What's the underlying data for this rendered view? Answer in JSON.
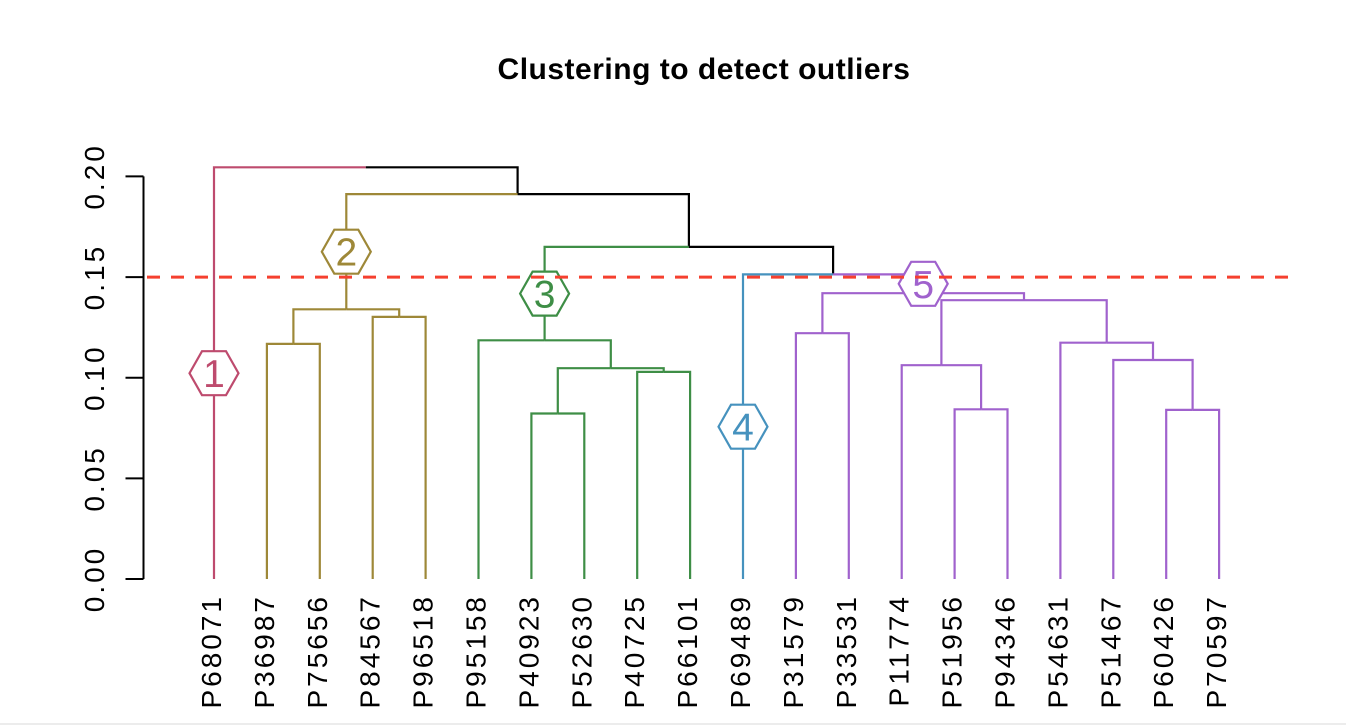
{
  "chart_data": {
    "type": "dendrogram",
    "title": "Clustering to detect outliers",
    "ylim": [
      0,
      0.2
    ],
    "yticks": [
      "0.00",
      "0.05",
      "0.10",
      "0.15",
      "0.20"
    ],
    "ytick_values": [
      0,
      0.05,
      0.1,
      0.15,
      0.2
    ],
    "grid": "off",
    "cut_line": {
      "height": 0.15,
      "color": "#F5402F",
      "style": "dashed"
    },
    "link_color_default": "#000000",
    "leaf_order": [
      "P68071",
      "P36987",
      "P75656",
      "P84567",
      "P96518",
      "P95158",
      "P40923",
      "P52630",
      "P40725",
      "P66101",
      "P69489",
      "P31579",
      "P33531",
      "P11774",
      "P51956",
      "P94346",
      "P54631",
      "P51467",
      "P60426",
      "P70597"
    ],
    "clusters": {
      "1": {
        "label": "1",
        "color": "#BE4B6E",
        "members": [
          "P68071"
        ]
      },
      "2": {
        "label": "2",
        "color": "#9E8838",
        "members": [
          "P36987",
          "P75656",
          "P84567",
          "P96518"
        ]
      },
      "3": {
        "label": "3",
        "color": "#3E8E46",
        "members": [
          "P95158",
          "P40923",
          "P52630",
          "P40725",
          "P66101"
        ]
      },
      "4": {
        "label": "4",
        "color": "#4692BE",
        "members": [
          "P69489"
        ]
      },
      "5": {
        "label": "5",
        "color": "#A062CD",
        "members": [
          "P31579",
          "P33531",
          "P11774",
          "P51956",
          "P94346",
          "P54631",
          "P51467",
          "P60426",
          "P70597"
        ]
      }
    },
    "tree": {
      "h": 0.2045,
      "children": [
        {
          "leaf": "P68071",
          "cluster": "1"
        },
        {
          "h": 0.1912,
          "children": [
            {
              "h": 0.134,
              "cluster": "2",
              "children": [
                {
                  "h": 0.1168,
                  "children": [
                    {
                      "leaf": "P36987"
                    },
                    {
                      "leaf": "P75656"
                    }
                  ]
                },
                {
                  "h": 0.1302,
                  "children": [
                    {
                      "leaf": "P84567"
                    },
                    {
                      "leaf": "P96518"
                    }
                  ]
                }
              ]
            },
            {
              "h": 0.165,
              "children": [
                {
                  "h": 0.1186,
                  "cluster": "3",
                  "children": [
                    {
                      "leaf": "P95158"
                    },
                    {
                      "h": 0.1047,
                      "children": [
                        {
                          "h": 0.0822,
                          "children": [
                            {
                              "leaf": "P40923"
                            },
                            {
                              "leaf": "P52630"
                            }
                          ]
                        },
                        {
                          "h": 0.1029,
                          "children": [
                            {
                              "leaf": "P40725"
                            },
                            {
                              "leaf": "P66101"
                            }
                          ]
                        }
                      ]
                    }
                  ]
                },
                {
                  "h": 0.1513,
                  "children": [
                    {
                      "leaf": "P69489",
                      "cluster": "4"
                    },
                    {
                      "h": 0.142,
                      "cluster": "5",
                      "children": [
                        {
                          "h": 0.1221,
                          "children": [
                            {
                              "leaf": "P31579"
                            },
                            {
                              "leaf": "P33531"
                            }
                          ]
                        },
                        {
                          "h": 0.1385,
                          "children": [
                            {
                              "h": 0.1062,
                              "children": [
                                {
                                  "leaf": "P11774"
                                },
                                {
                                  "h": 0.0843,
                                  "children": [
                                    {
                                      "leaf": "P51956"
                                    },
                                    {
                                      "leaf": "P94346"
                                    }
                                  ]
                                }
                              ]
                            },
                            {
                              "h": 0.1174,
                              "children": [
                                {
                                  "leaf": "P54631"
                                },
                                {
                                  "h": 0.1088,
                                  "children": [
                                    {
                                      "leaf": "P51467"
                                    },
                                    {
                                      "h": 0.084,
                                      "children": [
                                        {
                                          "leaf": "P60426"
                                        },
                                        {
                                          "leaf": "P70597"
                                        }
                                      ]
                                    }
                                  ]
                                }
                              ]
                            }
                          ]
                        }
                      ]
                    }
                  ]
                }
              ]
            }
          ]
        }
      ]
    }
  }
}
